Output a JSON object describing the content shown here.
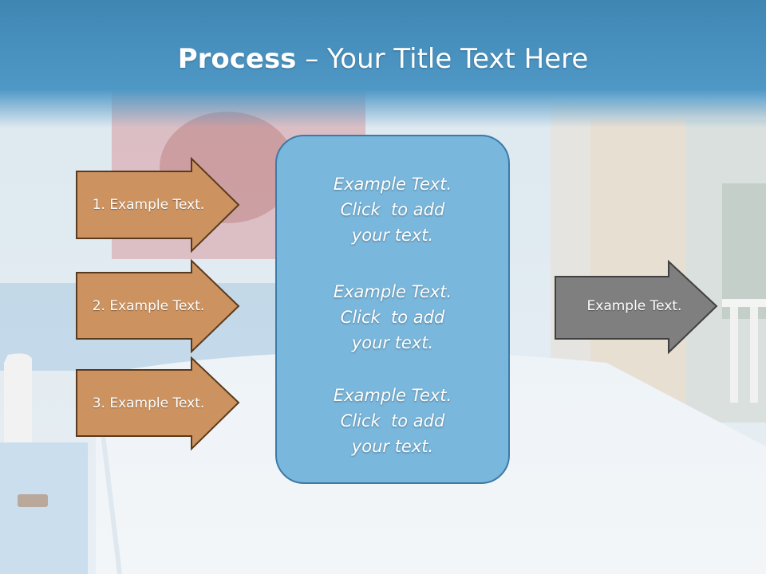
{
  "title": {
    "bold": "Process",
    "rest": " – Your Title Text Here"
  },
  "left_arrows": [
    {
      "label": "1. Example Text."
    },
    {
      "label": "2. Example Text."
    },
    {
      "label": "3. Example Text."
    }
  ],
  "center_box": {
    "blocks": [
      {
        "line1": "Example Text.",
        "line2": "Click  to add",
        "line3": "your text."
      },
      {
        "line1": "Example Text.",
        "line2": "Click  to add",
        "line3": "your text."
      },
      {
        "line1": "Example Text.",
        "line2": "Click  to add",
        "line3": "your text."
      }
    ]
  },
  "right_arrow": {
    "label": "Example Text."
  },
  "colors": {
    "title_band": "#4f98c6",
    "left_arrow_fill": "#cc9361",
    "left_arrow_stroke": "#5a3a1c",
    "center_fill": "#7ab7dc",
    "center_stroke": "#3d7aa6",
    "right_arrow_fill": "#7f7f7f",
    "right_arrow_stroke": "#404040"
  }
}
